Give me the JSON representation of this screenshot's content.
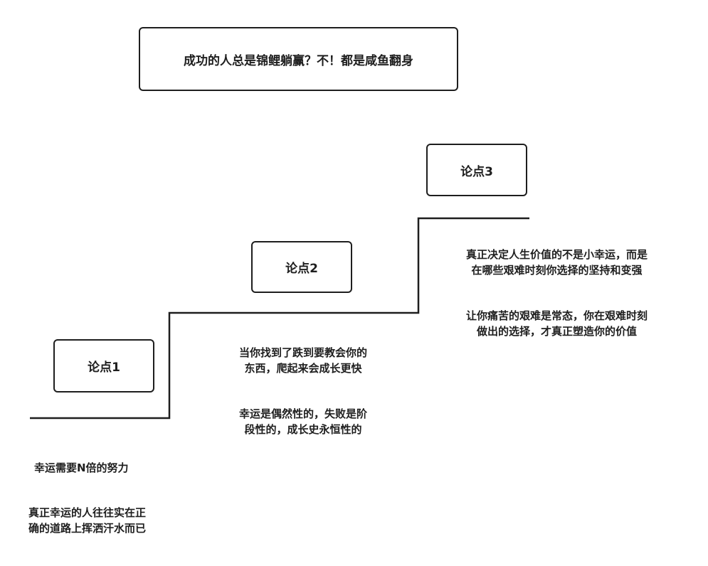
{
  "title": "成功的人总是锦鲤躺赢？不！都是咸鱼翻身",
  "points": [
    {
      "label": "论点1",
      "texts": [
        "幸运需要N倍的努力",
        "真正幸运的人往往实在正\n确的道路上挥洒汗水而已"
      ]
    },
    {
      "label": "论点2",
      "texts": [
        "当你找到了跌到要教会你的\n东西，爬起来会成长更快",
        "幸运是偶然性的，失败是阶\n段性的，成长史永恒性的"
      ]
    },
    {
      "label": "论点3",
      "texts": [
        "真正决定人生价值的不是小幸运，而是\n在哪些艰难时刻你选择的坚持和变强",
        "让你痛苦的艰难是常态，你在艰难时刻\n做出的选择，才真正塑造你的价值"
      ]
    }
  ]
}
